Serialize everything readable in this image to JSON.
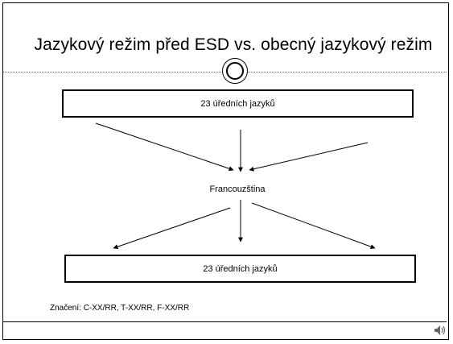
{
  "slide": {
    "title": "Jazykový režim před ESD vs. obecný jazykový režim",
    "top_box": "23 úředních jazyků",
    "center_node": "Francouzština",
    "bottom_box": "23 úředních jazyků",
    "note": "Značení: C-XX/RR, T-XX/RR, F-XX/RR"
  },
  "icons": {
    "ring": "double-circle-ornament-icon",
    "speaker": "speaker-icon"
  },
  "colors": {
    "background": "#ffffff",
    "stroke": "#000000"
  }
}
